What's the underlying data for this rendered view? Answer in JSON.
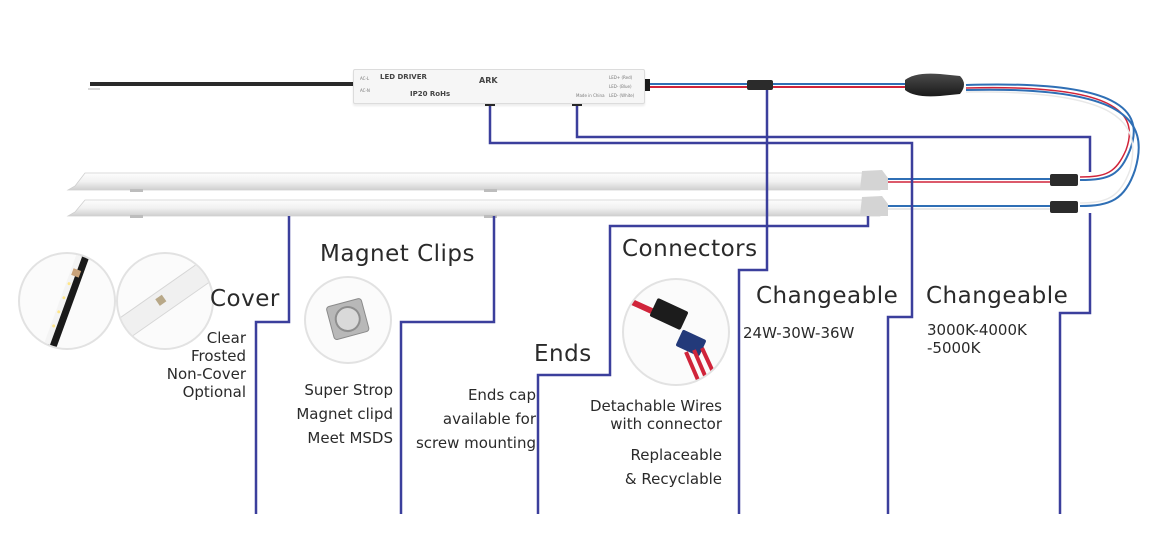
{
  "colors": {
    "line": "#3b3f9c",
    "text": "#2a2a2a",
    "wire_red": "#d0243a",
    "wire_blue": "#2f6fb5",
    "wire_white": "#eeeeee"
  },
  "driver": {
    "title": "LED DRIVER",
    "brand": "ARK",
    "rating": "IP20 RoHs",
    "ac_l": "AC-L",
    "ac_n": "AC-N",
    "led_red": "LED+ (Red)",
    "led_blue": "LED- (Blue)",
    "led_white": "LED- (White)",
    "made_in": "Made in China"
  },
  "features": {
    "cover": {
      "title": "Cover",
      "lines": [
        "Clear",
        "Frosted",
        "Non-Cover",
        "Optional"
      ]
    },
    "magnet_clips": {
      "title": "Magnet Clips",
      "lines": [
        "Super Strop",
        "Magnet clipd",
        "Meet MSDS"
      ]
    },
    "ends": {
      "title": "Ends",
      "lines": [
        "Ends cap",
        "available for",
        "screw mounting"
      ]
    },
    "connectors": {
      "title": "Connectors",
      "lines": [
        "Detachable Wires",
        "with connector"
      ],
      "lines2": [
        "Replaceable",
        "& Recyclable"
      ]
    },
    "power": {
      "title": "Changeable",
      "lines": [
        "24W-30W-36W"
      ]
    },
    "cct": {
      "title": "Changeable",
      "lines": [
        "3000K-4000K",
        "-5000K"
      ]
    }
  }
}
